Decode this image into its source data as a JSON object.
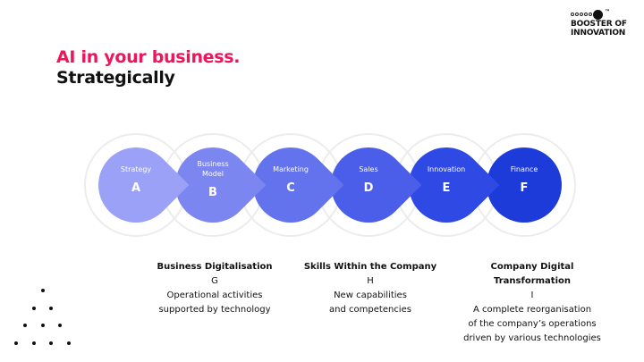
{
  "title": {
    "line1": "AI in your business.",
    "line2": "Strategically"
  },
  "logo": {
    "line1": "BOOSTER OF",
    "line2": "INNOVATION",
    "tm": "™"
  },
  "steps": [
    {
      "label": [
        "Strategy"
      ],
      "letter": "A",
      "color": "#9aa1f6"
    },
    {
      "label": [
        "Business",
        "Model"
      ],
      "letter": "B",
      "color": "#7c86f1"
    },
    {
      "label": [
        "Marketing"
      ],
      "letter": "C",
      "color": "#6372ed"
    },
    {
      "label": [
        "Sales"
      ],
      "letter": "D",
      "color": "#4b5ee9"
    },
    {
      "label": [
        "Innovation"
      ],
      "letter": "E",
      "color": "#2f4ae4"
    },
    {
      "label": [
        "Finance"
      ],
      "letter": "F",
      "color": "#1c3bd9"
    }
  ],
  "columns": [
    {
      "heading": "Business Digitalisation",
      "letter": "G",
      "lines": [
        "Operational activities",
        "supported by technology"
      ]
    },
    {
      "heading": "Skills Within the Company",
      "letter": "H",
      "lines": [
        "New capabilities",
        "and competencies"
      ]
    },
    {
      "heading": "Company Digital Transformation",
      "letter": "I",
      "lines": [
        "A complete reorganisation",
        "of the company’s operations",
        "driven by various technologies"
      ]
    }
  ]
}
